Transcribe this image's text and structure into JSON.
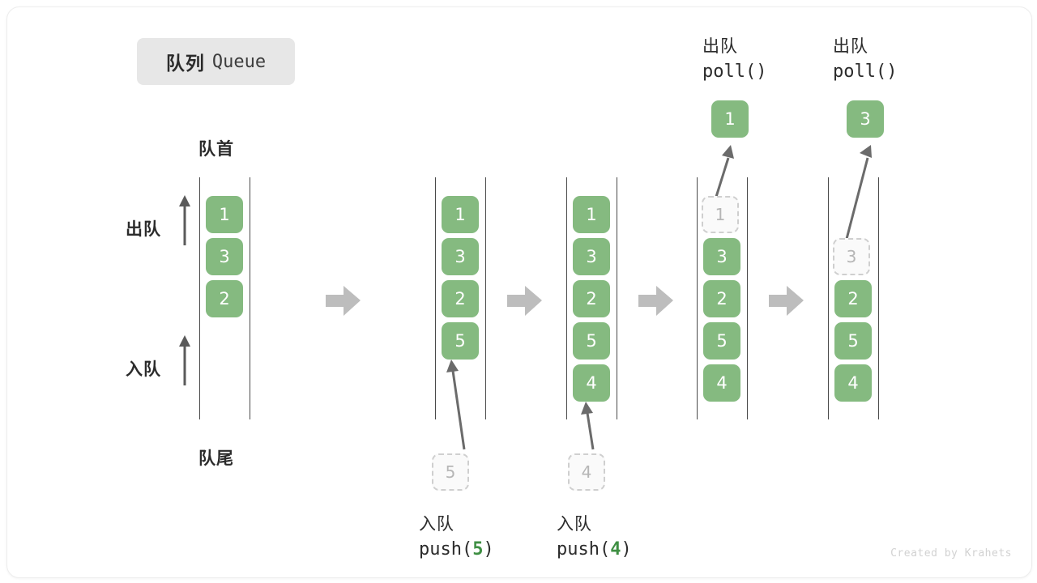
{
  "title": {
    "cn": "队列",
    "en": "Queue"
  },
  "labels": {
    "front": "队首",
    "rear": "队尾",
    "dequeue": "出队",
    "enqueue": "入队"
  },
  "colors": {
    "cell_green": "#85ba80",
    "cell_text": "#ffffff",
    "ghost_border": "#cfcfcf",
    "ghost_text": "#b6b6b6",
    "rail": "#4a4a4a",
    "arrow_gray": "#bdbdbd",
    "badge_bg": "#e7e7e7",
    "text_dark": "#2b2b2b",
    "highlight_green": "#3f8f43"
  },
  "stages": [
    {
      "id": "initial",
      "cells": [
        "1",
        "3",
        "2"
      ],
      "ghost_index": null,
      "header_cn": null,
      "header_code": null,
      "footer_cn": null,
      "footer_code_pre": null,
      "footer_code_arg": null,
      "footer_code_post": null,
      "incoming": null,
      "outgoing": null
    },
    {
      "id": "after-push-5",
      "cells": [
        "1",
        "3",
        "2",
        "5"
      ],
      "ghost_index": null,
      "header_cn": null,
      "header_code": null,
      "footer_cn": "入队",
      "footer_code_pre": "push(",
      "footer_code_arg": "5",
      "footer_code_post": ")",
      "incoming": "5",
      "outgoing": null
    },
    {
      "id": "after-push-4",
      "cells": [
        "1",
        "3",
        "2",
        "5",
        "4"
      ],
      "ghost_index": null,
      "header_cn": null,
      "header_code": null,
      "footer_cn": "入队",
      "footer_code_pre": "push(",
      "footer_code_arg": "4",
      "footer_code_post": ")",
      "incoming": "4",
      "outgoing": null
    },
    {
      "id": "after-poll-1",
      "cells": [
        "1",
        "3",
        "2",
        "5",
        "4"
      ],
      "ghost_index": 0,
      "header_cn": "出队",
      "header_code": "poll()",
      "footer_cn": null,
      "footer_code_pre": null,
      "footer_code_arg": null,
      "footer_code_post": null,
      "incoming": null,
      "outgoing": "1"
    },
    {
      "id": "after-poll-3",
      "cells": [
        "3",
        "2",
        "5",
        "4"
      ],
      "ghost_index": 0,
      "header_cn": "出队",
      "header_code": "poll()",
      "footer_cn": null,
      "footer_code_pre": null,
      "footer_code_arg": null,
      "footer_code_post": null,
      "incoming": null,
      "outgoing": "3"
    }
  ],
  "credit": "Created by Krahets"
}
